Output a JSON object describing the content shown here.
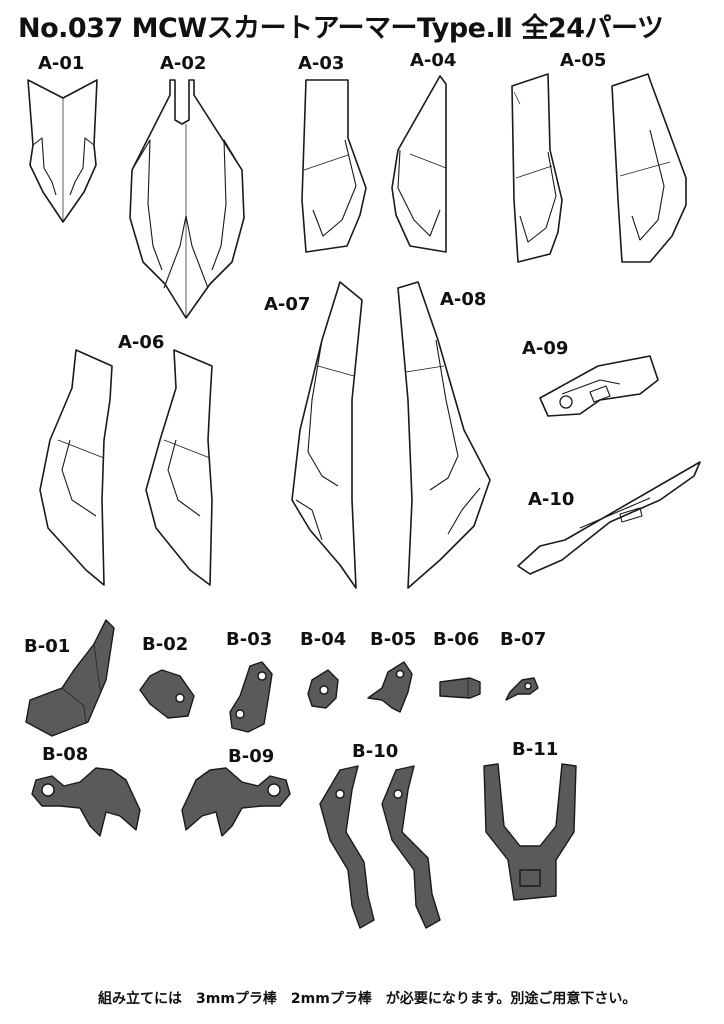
{
  "title": "No.037 MCWスカートアーマーType.Ⅱ 全24パーツ",
  "labels": {
    "a01": "A-01",
    "a02": "A-02",
    "a03": "A-03",
    "a04": "A-04",
    "a05": "A-05",
    "a06": "A-06",
    "a07": "A-07",
    "a08": "A-08",
    "a09": "A-09",
    "a10": "A-10",
    "b01": "B-01",
    "b02": "B-02",
    "b03": "B-03",
    "b04": "B-04",
    "b05": "B-05",
    "b06": "B-06",
    "b07": "B-07",
    "b08": "B-08",
    "b09": "B-09",
    "b10": "B-10",
    "b11": "B-11"
  },
  "footer": "組み立てには　3mmプラ棒　2mmプラ棒　が必要になります。別途ご用意下さい。",
  "colors": {
    "outline": "#1a1a1a",
    "part_fill_b": "#5a5a5a",
    "background": "#ffffff"
  }
}
